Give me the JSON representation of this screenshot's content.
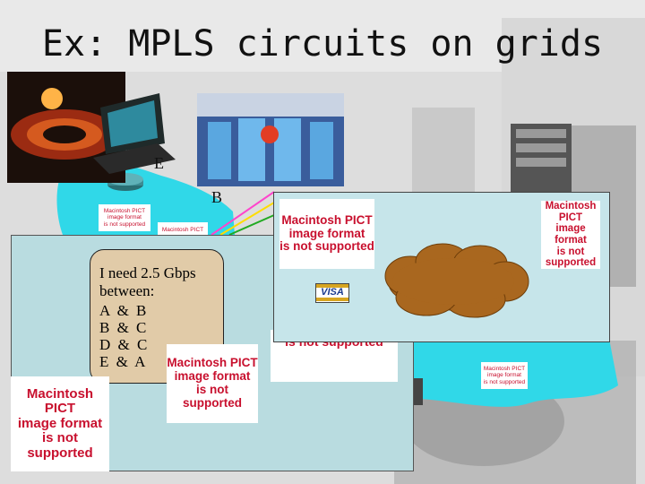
{
  "title": "Ex: MPLS circuits on grids",
  "node_labels": {
    "e": "E",
    "b": "B"
  },
  "request": {
    "heading": "I need 2.5 Gbps",
    "between": "between:",
    "pairs": [
      "A & B",
      "B & C",
      "D & C",
      "E & A"
    ]
  },
  "placeholder": {
    "line1": "Macintosh PICT",
    "line2": "image format",
    "line3": "is not supported"
  },
  "partial_placeholder": "is not supported",
  "card": {
    "brand": "VISA"
  },
  "colors": {
    "panel_left": "#b9dce0",
    "panel_right": "#c6e5ea",
    "bubble": "#e1cba8",
    "cloud": "#a9671f",
    "pict_text": "#c8102e",
    "network_cyan": "#30d8e8"
  }
}
